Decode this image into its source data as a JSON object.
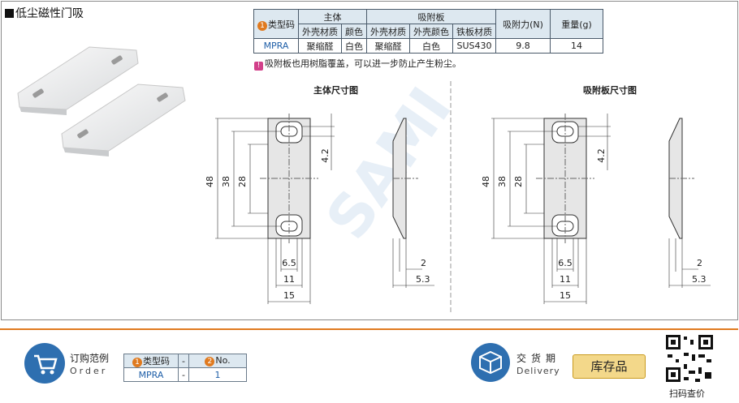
{
  "page_title": "低尘磁性门吸",
  "spec_table": {
    "header_row1": {
      "type_code": "类型码",
      "num": "1",
      "body": "主体",
      "plate": "吸附板",
      "force": "吸附力(N)",
      "weight": "重量(g)"
    },
    "header_row2": {
      "shell_material": "外壳材质",
      "color": "颜色",
      "plate_shell_material": "外壳材质",
      "plate_shell_color": "外壳颜色",
      "plate_iron": "铁板材质"
    },
    "row": {
      "code": "MPRA",
      "shell_material": "聚缩醛",
      "color": "白色",
      "plate_shell_material": "聚缩醛",
      "plate_shell_color": "白色",
      "plate_iron": "SUS430",
      "force": "9.8",
      "weight": "14"
    }
  },
  "note": {
    "mark": "!",
    "text": "吸附板也用树脂覆盖，可以进一步防止产生粉尘。"
  },
  "drawings": {
    "main_title": "主体尺寸图",
    "plate_title": "吸附板尺寸图",
    "dims": {
      "h48": "48",
      "h38": "38",
      "h28": "28",
      "d42": "4.2",
      "w65": "6.5",
      "w11": "11",
      "w15": "15",
      "t2": "2",
      "t53": "5.3"
    }
  },
  "watermark": "SAMI",
  "order": {
    "title": "订购范例",
    "subtitle": "Order",
    "col1_num": "1",
    "col1": "类型码",
    "dash": "-",
    "col2_num": "2",
    "col2": "No.",
    "val1": "MPRA",
    "val2": "1"
  },
  "delivery": {
    "title": "交货期",
    "subtitle": "Delivery",
    "stock": "库存品"
  },
  "qr_label": "扫码查价",
  "colors": {
    "accent": "#e07a1f",
    "blue": "#2e6fb0",
    "header_bg": "#dde8f0",
    "stock_bg": "#f3d88a"
  }
}
